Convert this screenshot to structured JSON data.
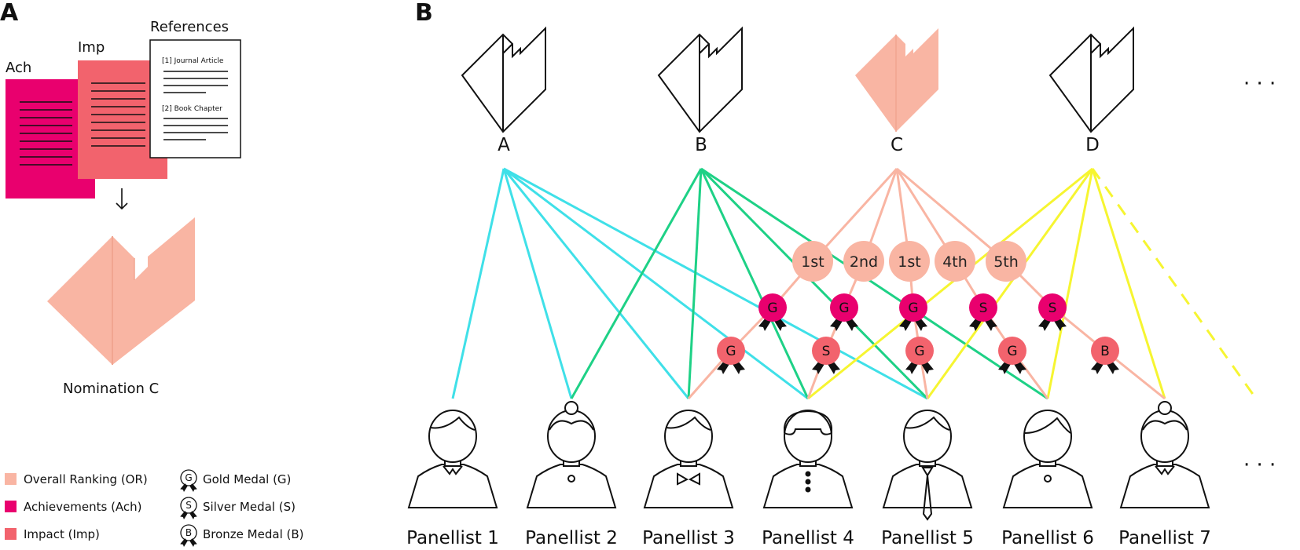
{
  "panel_a": {
    "label": "A",
    "doc_ach": "Ach",
    "doc_imp": "Imp",
    "doc_refs": "References",
    "ref_1": "[1] Journal Article",
    "ref_2": "[2] Book Chapter",
    "nomination_label": "Nomination C"
  },
  "panel_b": {
    "label": "B",
    "nominations": [
      "A",
      "B",
      "C",
      "D"
    ],
    "ellipsis": "· · ·",
    "panellists": [
      "Panellist 1",
      "Panellist 2",
      "Panellist 3",
      "Panellist 4",
      "Panellist 5",
      "Panellist 6",
      "Panellist 7"
    ],
    "rankings": [
      "1st",
      "2nd",
      "1st",
      "4th",
      "5th"
    ],
    "ach_medals": [
      "G",
      "G",
      "G",
      "S",
      "S"
    ],
    "imp_medals": [
      "G",
      "S",
      "G",
      "G",
      "B"
    ]
  },
  "legend": {
    "or": "Overall Ranking (OR)",
    "ach": "Achievements (Ach)",
    "imp": "Impact (Imp)",
    "gold_letter": "G",
    "gold": "Gold Medal (G)",
    "silver_letter": "S",
    "silver": "Silver Medal (S)",
    "bronze_letter": "B",
    "bronze": "Bronze Medal (B)"
  },
  "colors": {
    "or": "#f9b5a3",
    "ach": "#e9006e",
    "imp": "#f2636d",
    "panellist_a": "#3fe0e8",
    "panellist_b": "#1ed186",
    "panellist_d": "#f6f531",
    "outline": "#111111"
  }
}
